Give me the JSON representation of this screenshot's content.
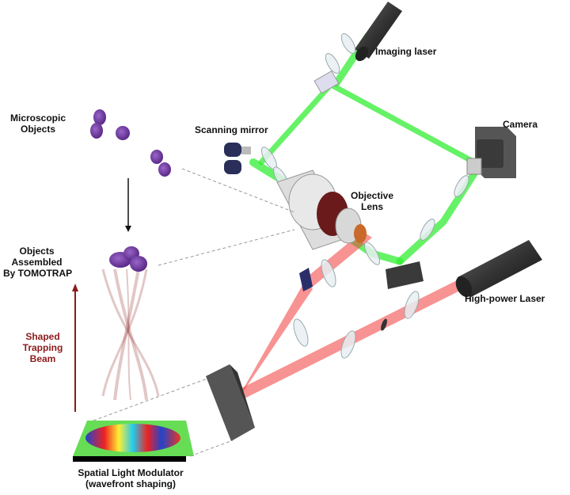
{
  "labels": {
    "imaging_laser": "Imaging laser",
    "microscopic_objects": [
      "Microscopic",
      "Objects"
    ],
    "scanning_mirror": "Scanning mirror",
    "camera": "Camera",
    "objective_lens": [
      "Objective",
      "Lens"
    ],
    "objects_assembled": [
      "Objects",
      "Assembled",
      "By TOMOTRAP"
    ],
    "high_power_laser": "High-power Laser",
    "shaped_trapping_beam": [
      "Shaped",
      "Trapping",
      "Beam"
    ],
    "slm": [
      "Spatial Light Modulator",
      "(wavefront shaping)"
    ]
  },
  "colors": {
    "imaging_beam": "#33ee33",
    "trapping_beam": "#f23a3a",
    "objects": "#7a3fa8",
    "trapping_label": "#8b1a1a",
    "device": "#4a4a4a"
  }
}
